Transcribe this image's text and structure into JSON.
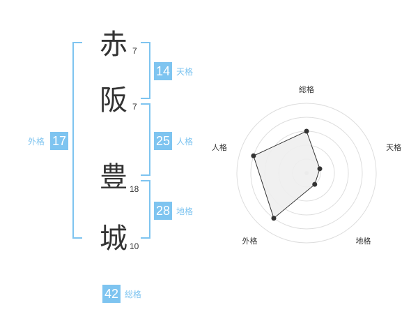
{
  "name": {
    "chars": [
      {
        "char": "赤",
        "strokes": "7"
      },
      {
        "char": "阪",
        "strokes": "7"
      },
      {
        "char": "豊",
        "strokes": "18"
      },
      {
        "char": "城",
        "strokes": "10"
      }
    ]
  },
  "kaku": {
    "tenkaku": {
      "value": "14",
      "label": "天格"
    },
    "jinkaku": {
      "value": "25",
      "label": "人格"
    },
    "chikaku": {
      "value": "28",
      "label": "地格"
    },
    "gaikaku": {
      "value": "17",
      "label": "外格"
    },
    "soukaku": {
      "value": "42",
      "label": "総格"
    }
  },
  "colors": {
    "accent": "#7ec4f0",
    "text": "#333333",
    "grid": "#dddddd",
    "fill": "#eeeeee"
  },
  "chart_data": {
    "type": "radar",
    "axes": [
      "総格",
      "天格",
      "地格",
      "外格",
      "人格"
    ],
    "max": 5,
    "values": [
      3,
      1,
      1,
      4,
      4
    ]
  }
}
